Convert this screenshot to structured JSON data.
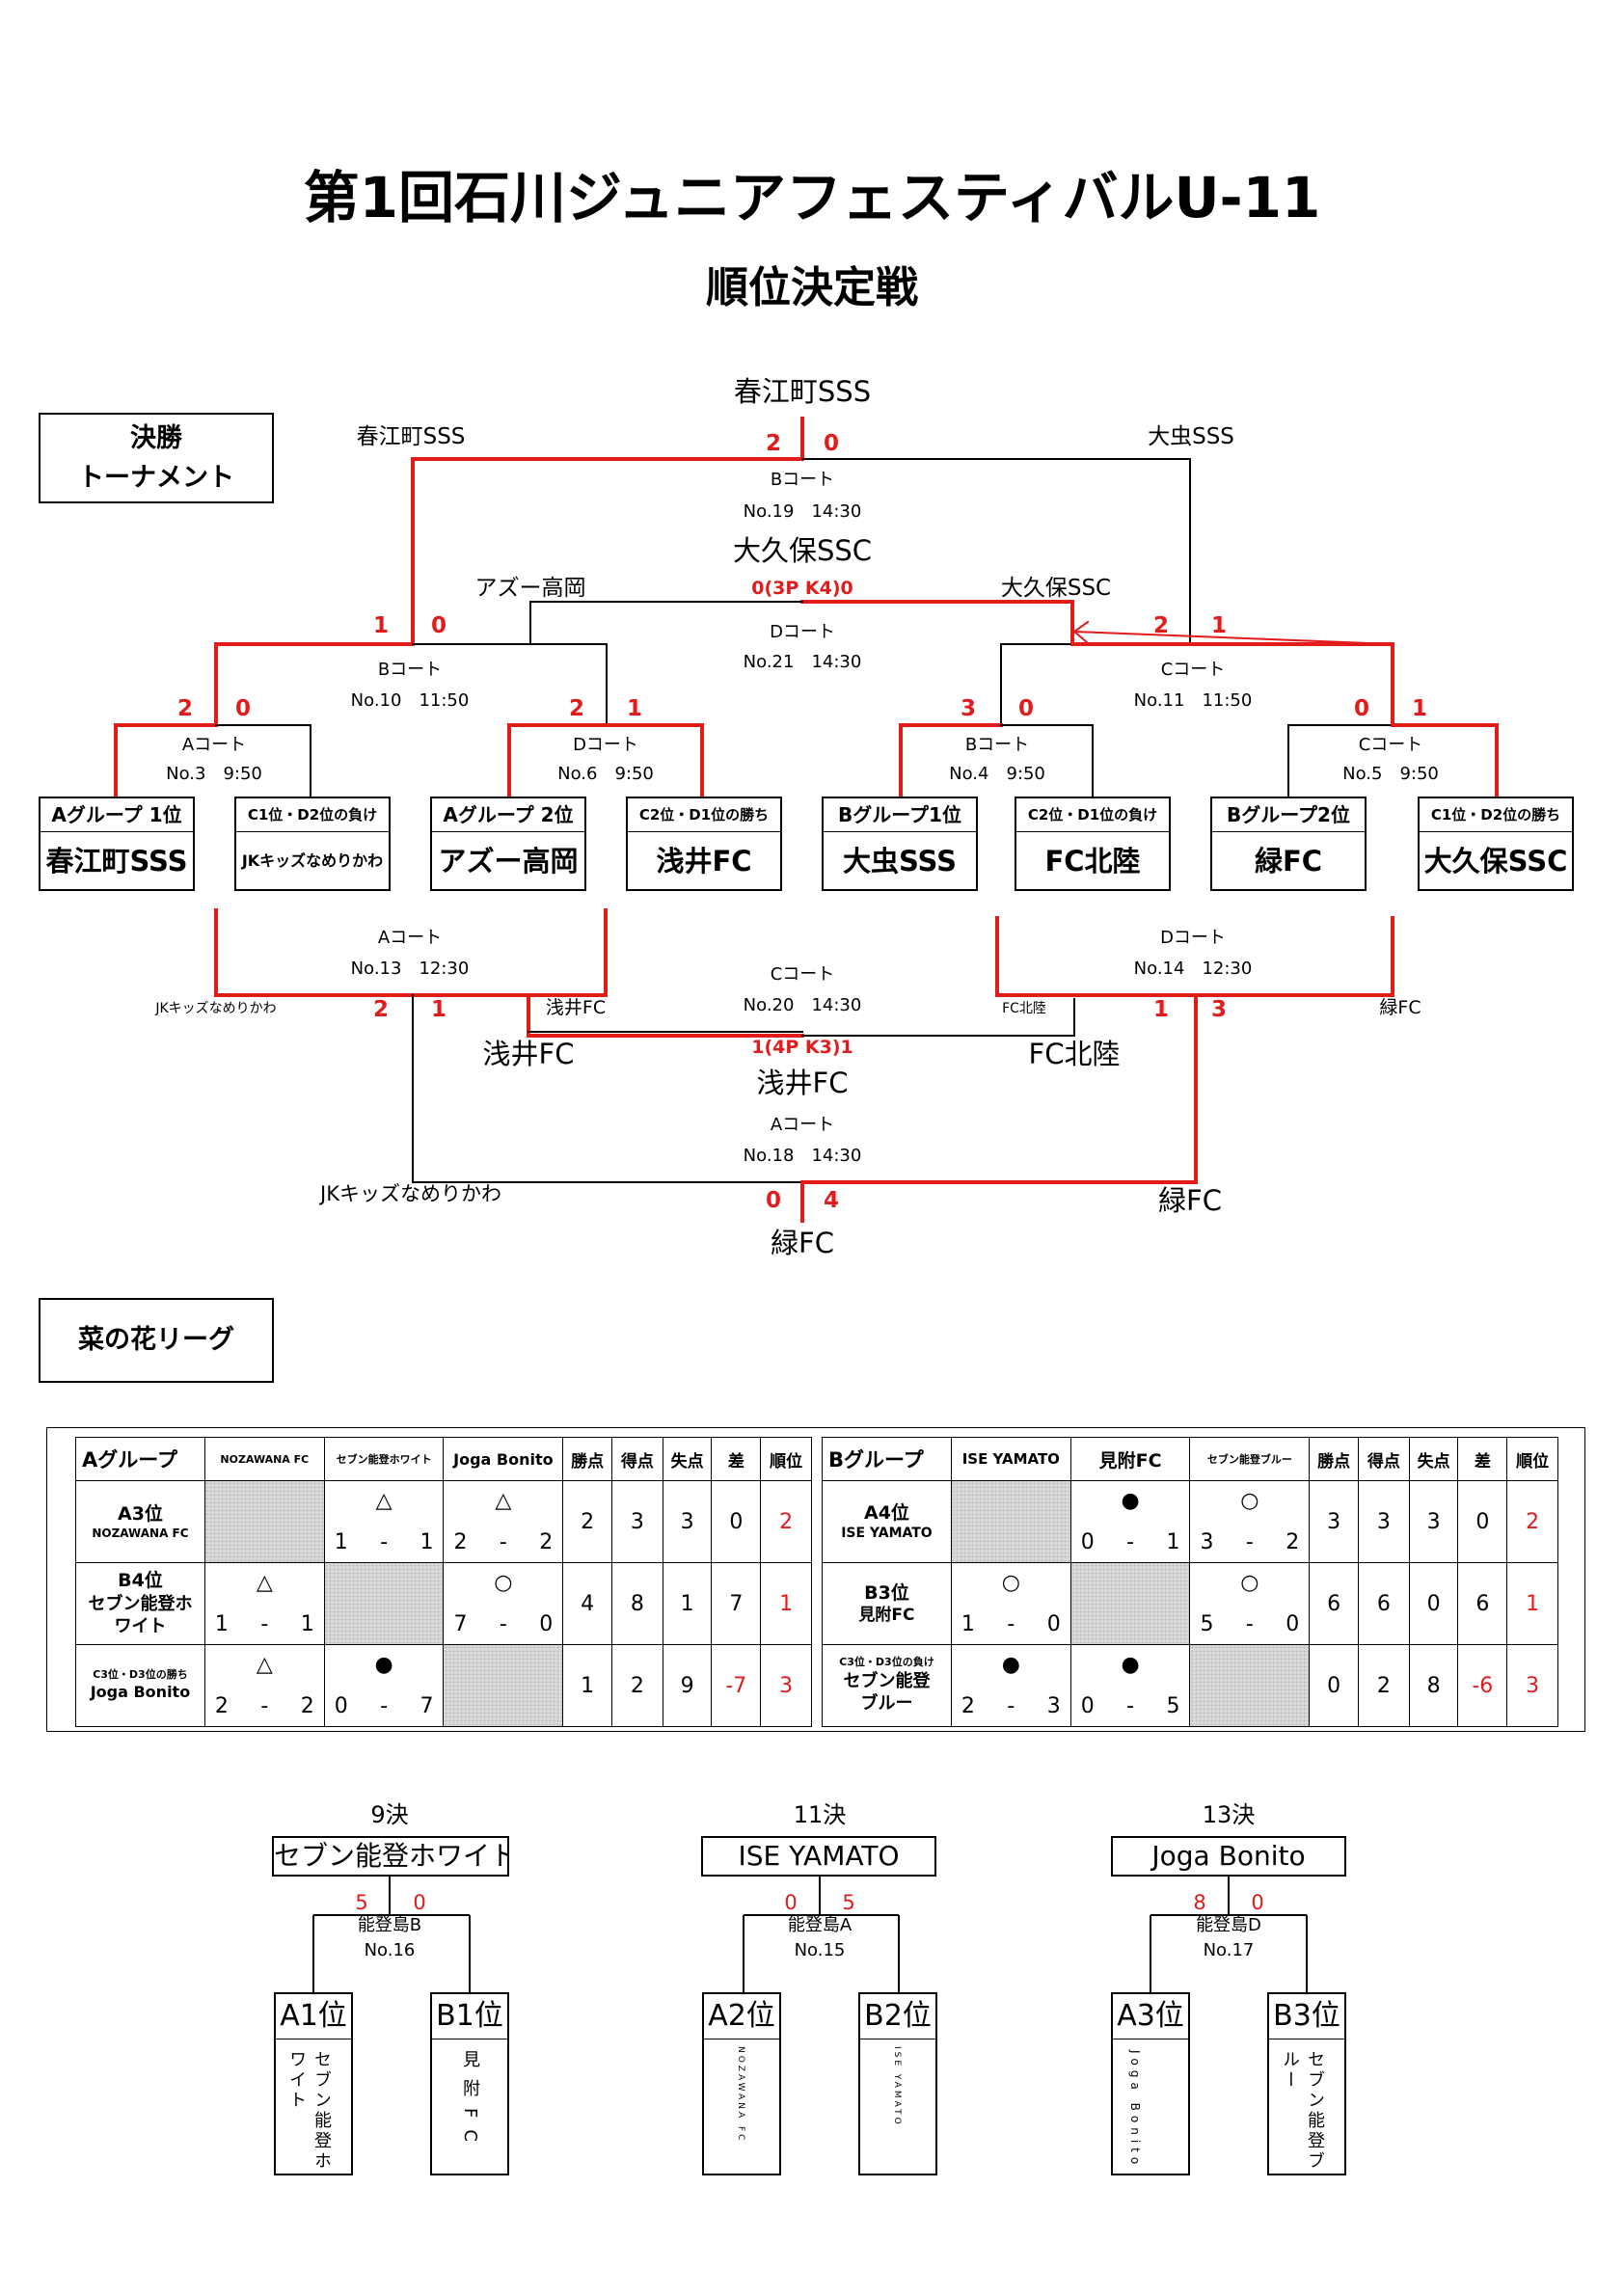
{
  "title": "第1回石川ジュニアフェスティバルU-11",
  "subtitle": "順位決定戦",
  "tournament": {
    "section_label_1": "決勝",
    "section_label_2": "トーナメント",
    "final": {
      "winner": "春江町SSS",
      "left_team": "春江町SSS",
      "right_team": "大虫SSS",
      "score_left": "2",
      "score_right": "0",
      "court": "Bコート",
      "match": "No.19　14:30"
    },
    "third": {
      "winner": "大久保SSC",
      "left_team": "アズー高岡",
      "right_team": "大久保SSC",
      "score": "0(3P K4)0",
      "court": "Dコート",
      "match": "No.21　14:30"
    },
    "sf_left": {
      "score_left": "1",
      "score_right": "0",
      "court": "Bコート",
      "match": "No.10　11:50"
    },
    "sf_right": {
      "score_left": "2",
      "score_right": "1",
      "court": "Cコート",
      "match": "No.11　11:50"
    },
    "qf": [
      {
        "score_left": "2",
        "score_right": "0",
        "court": "Aコート",
        "match": "No.3　9:50"
      },
      {
        "score_left": "2",
        "score_right": "1",
        "court": "Dコート",
        "match": "No.6　9:50"
      },
      {
        "score_left": "3",
        "score_right": "0",
        "court": "Bコート",
        "match": "No.4　9:50"
      },
      {
        "score_left": "0",
        "score_right": "1",
        "court": "Cコート",
        "match": "No.5　9:50"
      }
    ],
    "teams": [
      {
        "label": "Aグループ 1位",
        "name": "春江町SSS"
      },
      {
        "label": "C1位・D2位の負け",
        "name": "JKキッズなめりかわ"
      },
      {
        "label": "Aグループ 2位",
        "name": "アズー高岡"
      },
      {
        "label": "C2位・D1位の勝ち",
        "name": "浅井FC"
      },
      {
        "label": "Bグループ1位",
        "name": "大虫SSS"
      },
      {
        "label": "C2位・D1位の負け",
        "name": "FC北陸"
      },
      {
        "label": "Bグループ2位",
        "name": "緑FC"
      },
      {
        "label": "C1位・D2位の勝ち",
        "name": "大久保SSC"
      }
    ],
    "lower_left": {
      "left_team": "JKキッズなめりかわ",
      "right_team": "浅井FC",
      "score_left": "2",
      "score_right": "1",
      "court": "Aコート",
      "match": "No.13　12:30"
    },
    "lower_right": {
      "left_team": "FC北陸",
      "right_team": "緑FC",
      "score_left": "1",
      "score_right": "3",
      "court": "Dコート",
      "match": "No.14　12:30"
    },
    "fifth": {
      "left_team": "浅井FC",
      "right_team": "FC北陸",
      "score": "1(4P K3)1",
      "winner": "浅井FC",
      "court": "Cコート",
      "match": "No.20　14:30"
    },
    "seventh": {
      "left_team": "JKキッズなめりかわ",
      "right_team": "緑FC",
      "score_left": "0",
      "score_right": "4",
      "winner": "緑FC",
      "court": "Aコート",
      "match": "No.18　14:30"
    }
  },
  "league": {
    "section_label": "菜の花リーグ",
    "headers": {
      "win_pts": "勝点",
      "goals_for": "得点",
      "goals_against": "失点",
      "diff": "差",
      "rank": "順位"
    },
    "groupA": {
      "name": "Aグループ",
      "cols": [
        "NOZAWANA FC",
        "セブン能登ホワイト",
        "Joga Bonito"
      ],
      "rows": [
        {
          "pos": "A3位",
          "team": "NOZAWANA FC",
          "cells": [
            null,
            {
              "mark": "△",
              "l": "1",
              "r": "1"
            },
            {
              "mark": "△",
              "l": "2",
              "r": "2"
            }
          ],
          "pts": "2",
          "gf": "3",
          "ga": "3",
          "diff": "0",
          "rank": "2"
        },
        {
          "pos": "B4位",
          "team": "セブン能登ホワイト",
          "cells": [
            {
              "mark": "△",
              "l": "1",
              "r": "1"
            },
            null,
            {
              "mark": "○",
              "l": "7",
              "r": "0"
            }
          ],
          "pts": "4",
          "gf": "8",
          "ga": "1",
          "diff": "7",
          "rank": "1"
        },
        {
          "pos": "C3位・D3位の勝ち",
          "team": "Joga Bonito",
          "cells": [
            {
              "mark": "△",
              "l": "2",
              "r": "2"
            },
            {
              "mark": "●",
              "l": "0",
              "r": "7"
            },
            null
          ],
          "pts": "1",
          "gf": "2",
          "ga": "9",
          "diff": "-7",
          "rank": "3"
        }
      ]
    },
    "groupB": {
      "name": "Bグループ",
      "cols": [
        "ISE YAMATO",
        "見附FC",
        "セブン能登ブルー"
      ],
      "rows": [
        {
          "pos": "A4位",
          "team": "ISE YAMATO",
          "cells": [
            null,
            {
              "mark": "●",
              "l": "0",
              "r": "1"
            },
            {
              "mark": "○",
              "l": "3",
              "r": "2"
            }
          ],
          "pts": "3",
          "gf": "3",
          "ga": "3",
          "diff": "0",
          "rank": "2"
        },
        {
          "pos": "B3位",
          "team": "見附FC",
          "cells": [
            {
              "mark": "○",
              "l": "1",
              "r": "0"
            },
            null,
            {
              "mark": "○",
              "l": "5",
              "r": "0"
            }
          ],
          "pts": "6",
          "gf": "6",
          "ga": "0",
          "diff": "6",
          "rank": "1"
        },
        {
          "pos": "C3位・D3位の負け",
          "team": "セブン能登ブルー",
          "cells": [
            {
              "mark": "●",
              "l": "2",
              "r": "3"
            },
            {
              "mark": "●",
              "l": "0",
              "r": "5"
            },
            null
          ],
          "pts": "0",
          "gf": "2",
          "ga": "8",
          "diff": "-6",
          "rank": "3"
        }
      ]
    }
  },
  "placement": [
    {
      "title": "9決",
      "winner": "セブン能登ホワイト",
      "score_left": "5",
      "score_right": "0",
      "court": "能登島B",
      "match": "No.16",
      "left_pos": "A1位",
      "right_pos": "B1位",
      "left_team": "セブン能登ホワイト",
      "right_team": "見附FC"
    },
    {
      "title": "11決",
      "winner": "ISE YAMATO",
      "score_left": "0",
      "score_right": "5",
      "court": "能登島A",
      "match": "No.15",
      "left_pos": "A2位",
      "right_pos": "B2位",
      "left_team": "NOZAWANA FC",
      "right_team": "ISE YAMATO"
    },
    {
      "title": "13決",
      "winner": "Joga Bonito",
      "score_left": "8",
      "score_right": "0",
      "court": "能登島D",
      "match": "No.17",
      "left_pos": "A3位",
      "right_pos": "B3位",
      "left_team": "Joga Bonito",
      "right_team": "セブン能登ブルー"
    }
  ],
  "colors": {
    "win_line": "#e21b1b",
    "lose_line": "#000000",
    "score": "#e21b1b"
  }
}
